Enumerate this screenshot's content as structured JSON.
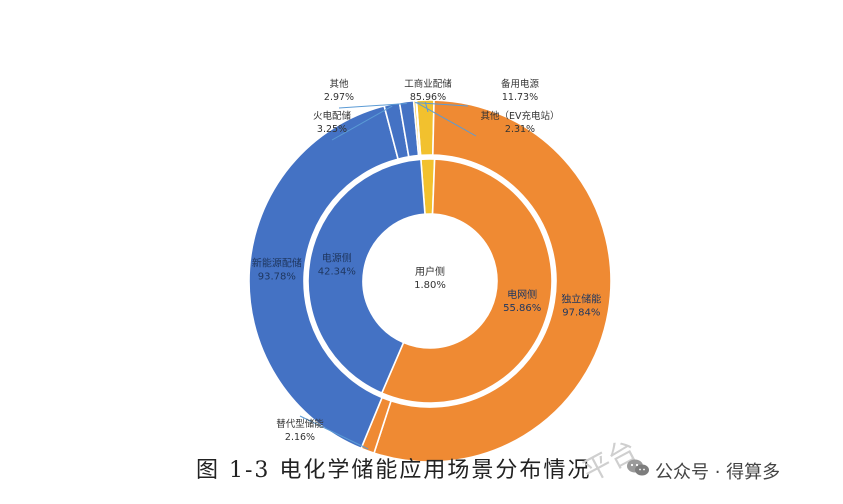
{
  "figure_caption": "图 1-3 电化学储能应用场景分布情况",
  "watermark": {
    "text": "公众号 · 得算多",
    "icon": "wechat-icon",
    "stamp": "平台"
  },
  "colors": {
    "orange": "#ef8a33",
    "blue": "#4472c4",
    "yellow": "#f2c12e",
    "grid_line": "#ffffff",
    "leader": "#5b9bd5"
  },
  "chart_data": {
    "type": "pie",
    "variant": "nested-donut",
    "title": "",
    "inner_ring": [
      {
        "name": "用户侧",
        "label": "1.80%",
        "value": 1.8,
        "color": "#f2c12e"
      },
      {
        "name": "电网侧",
        "label": "55.86%",
        "value": 55.86,
        "color": "#ef8a33"
      },
      {
        "name": "电源侧",
        "label": "42.34%",
        "value": 42.34,
        "color": "#4472c4"
      }
    ],
    "outer_ring": [
      {
        "name": "工商业配储",
        "label": "85.96%",
        "value": 1.55,
        "color": "#f2c12e"
      },
      {
        "name": "独立储能",
        "label": "97.84%",
        "value": 54.65,
        "color": "#ef8a33"
      },
      {
        "name": "替代型储能",
        "label": "2.16%",
        "value": 1.21,
        "color": "#ef8a33"
      },
      {
        "name": "新能源配储",
        "label": "93.78%",
        "value": 39.71,
        "color": "#4472c4"
      },
      {
        "name": "火电配储",
        "label": "3.25%",
        "value": 1.38,
        "color": "#4472c4"
      },
      {
        "name": "其他",
        "label": "2.97%",
        "value": 1.25,
        "color": "#4472c4"
      },
      {
        "name": "备用电源",
        "label": "11.73%",
        "value": 0.21,
        "color": "#f2c12e"
      },
      {
        "name": "其他（EV充电站）",
        "label": "2.31%",
        "value": 0.04,
        "color": "#f2c12e"
      }
    ],
    "center_label": {
      "name": "用户侧",
      "label": "1.80%"
    },
    "legend": "none"
  }
}
